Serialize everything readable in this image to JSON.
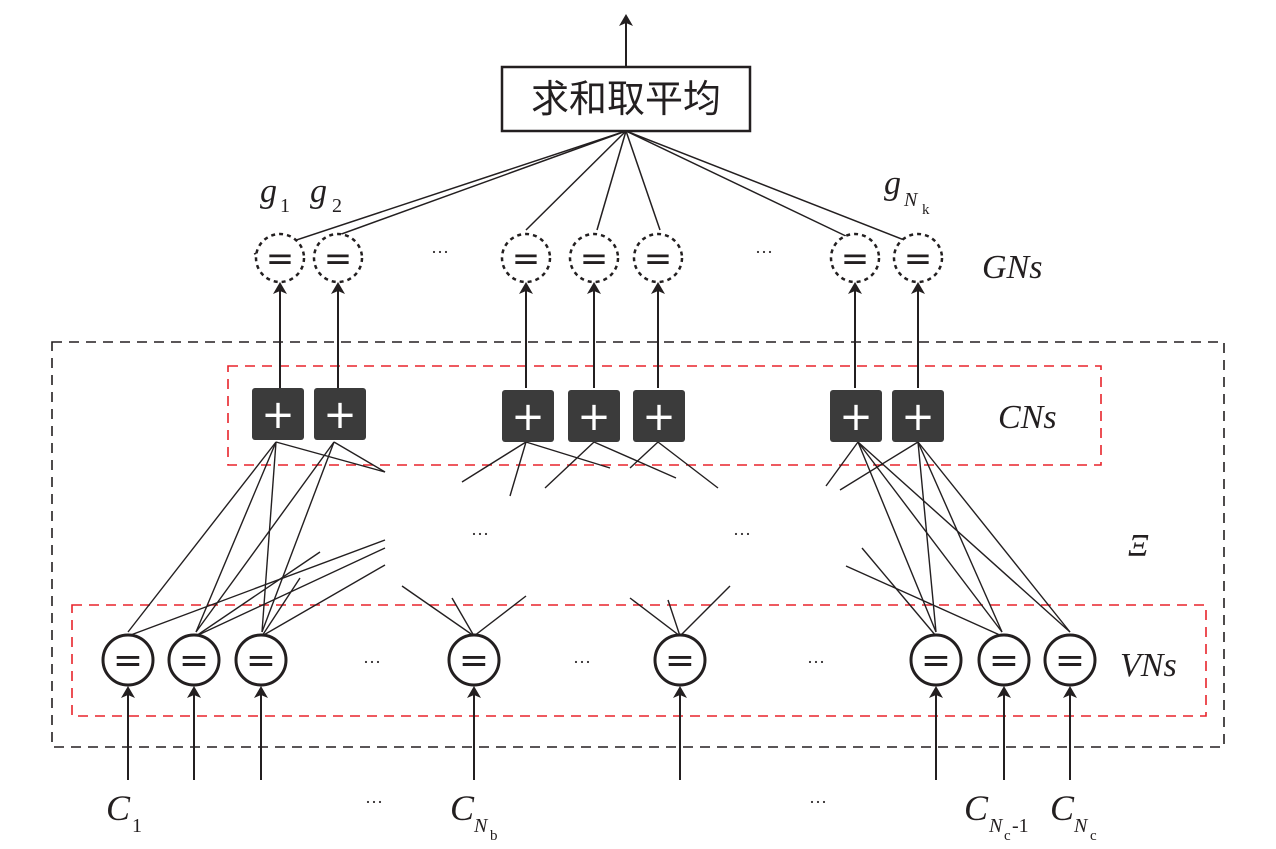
{
  "output_box": {
    "label": "求和取平均"
  },
  "layer_labels": {
    "gns": "GNs",
    "cns": "CNs",
    "vns": "VNs",
    "xi": "Ξ"
  },
  "gn_labels": [
    {
      "main": "g",
      "sub": "1"
    },
    {
      "main": "g",
      "sub": "2"
    },
    {
      "main": "g",
      "sub": "N",
      "subsub": "k"
    }
  ],
  "c_labels": [
    {
      "main": "C",
      "sub": "1"
    },
    {
      "main": "C",
      "sub": "N",
      "subsub": "b"
    },
    {
      "main": "C",
      "sub": "N",
      "subsub": "c",
      "suffix": "-1"
    },
    {
      "main": "C",
      "sub": "N",
      "subsub": "c"
    }
  ],
  "ellipsis": "···",
  "node_symbols": {
    "equal": "=",
    "plus": "+"
  },
  "colors": {
    "ink": "#231f20",
    "red_dash": "#e8242b",
    "check_fill": "#3b3b3b"
  }
}
